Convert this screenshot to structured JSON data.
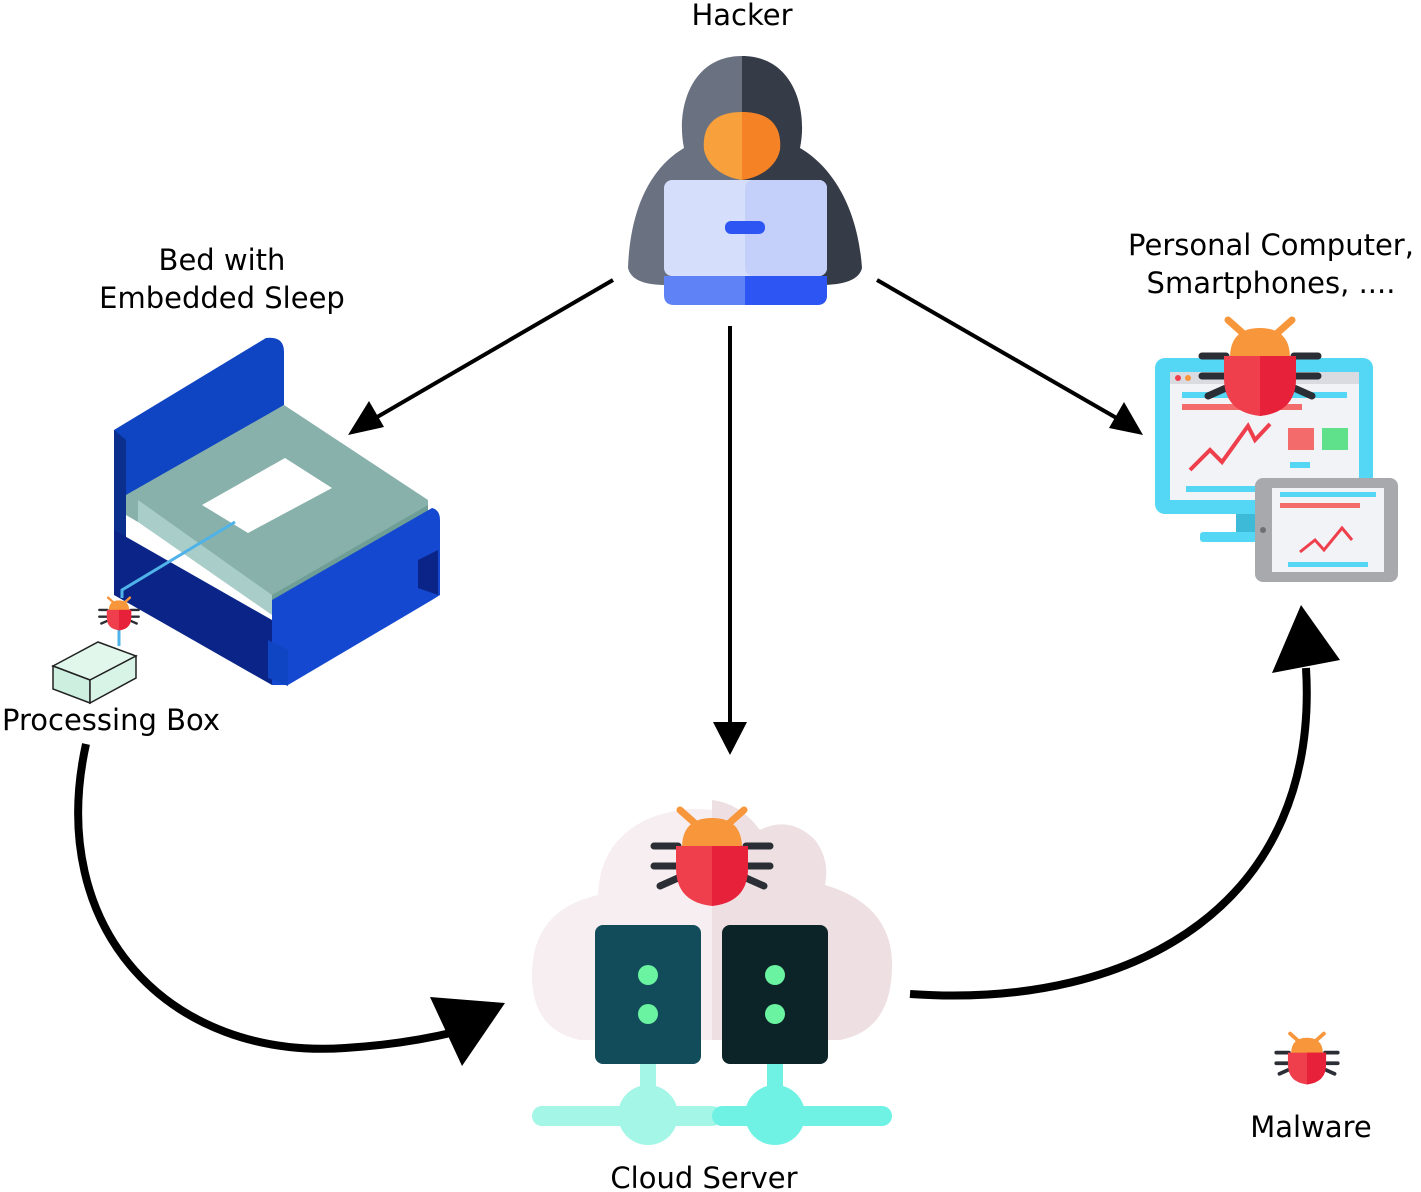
{
  "labels": {
    "hacker": "Hacker",
    "bed_line1": "Bed with",
    "bed_line2": "Embedded Sleep",
    "pc_line1": "Personal Computer,",
    "pc_line2": "Smartphones, ....",
    "processing_box": "Processing Box",
    "cloud_server": "Cloud Server",
    "malware": "Malware"
  },
  "icons": {
    "hacker": "hooded-hacker-laptop-icon",
    "bed": "bed-icon",
    "processing_box": "processing-box-icon",
    "devices": "monitor-tablet-icon",
    "cloud_server": "cloud-server-icon",
    "malware": "bug-icon"
  },
  "colors": {
    "bug_red": "#ef3f4c",
    "bug_orange": "#f7963a",
    "bed_blue": "#0f44c2",
    "mattress": "#87b1aa",
    "server_dark": "#0d2a33",
    "server_led": "#6af3a0",
    "monitor_cyan": "#54d6f5",
    "laptop_blue": "#2d55f4"
  }
}
